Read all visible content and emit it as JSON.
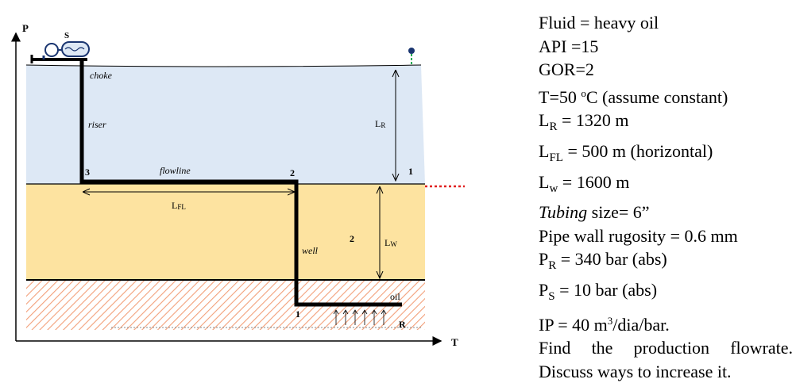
{
  "diagram": {
    "axis_y_label": "P",
    "axis_x_label": "T",
    "separator_label": "S",
    "choke_label": "choke",
    "riser_label": "riser",
    "flowline_label": "flowline",
    "well_label": "well",
    "oil_label": "oil",
    "reservoir_label": "R",
    "point_3": "3",
    "point_2_upper": "2",
    "point_1_upper": "1",
    "point_2_lower": "2",
    "point_1_lower": "1",
    "lr_main": "L",
    "lr_sub": "R",
    "lfl_main": "L",
    "lfl_sub": "FL",
    "lw_main": "L",
    "lw_sub": "W"
  },
  "problem": {
    "fluid": "Fluid = heavy oil",
    "api": "API =15",
    "gor": "GOR=2",
    "t_pre": "T=50 ",
    "t_deg": "o",
    "t_post": "C (assume constant)",
    "lr_sym": "L",
    "lr_sub": "R",
    "lr_val": " = 1320 m",
    "lfl_sym": "L",
    "lfl_sub": "FL",
    "lfl_val": " = 500 m (horizontal)",
    "lw_sym": "L",
    "lw_sub": "w",
    "lw_val": " = 1600 m",
    "tubing_italic": "Tubing",
    "tubing_rest": " size= 6”",
    "rugosity": "Pipe wall rugosity = 0.6 mm",
    "pr_sym": "P",
    "pr_sub": "R",
    "pr_val": " = 340 bar (abs)",
    "ps_sym": "P",
    "ps_sub": "S",
    "ps_val": " = 10 bar (abs)",
    "ip_pre": "IP = 40 m",
    "ip_sup": "3",
    "ip_post": "/dia/bar.",
    "find_words": [
      "Find",
      "the",
      "production",
      "flowrate."
    ],
    "discuss": "Discuss ways to increase it."
  },
  "colors": {
    "sea": "#dde8f5",
    "sediment": "#fde3a0",
    "reservoir_hatch": "#f2a07a",
    "pipe": "#000000",
    "dotted_line": "#e02020",
    "marker_green": "#22aa55",
    "marker_navy": "#1a3570"
  }
}
